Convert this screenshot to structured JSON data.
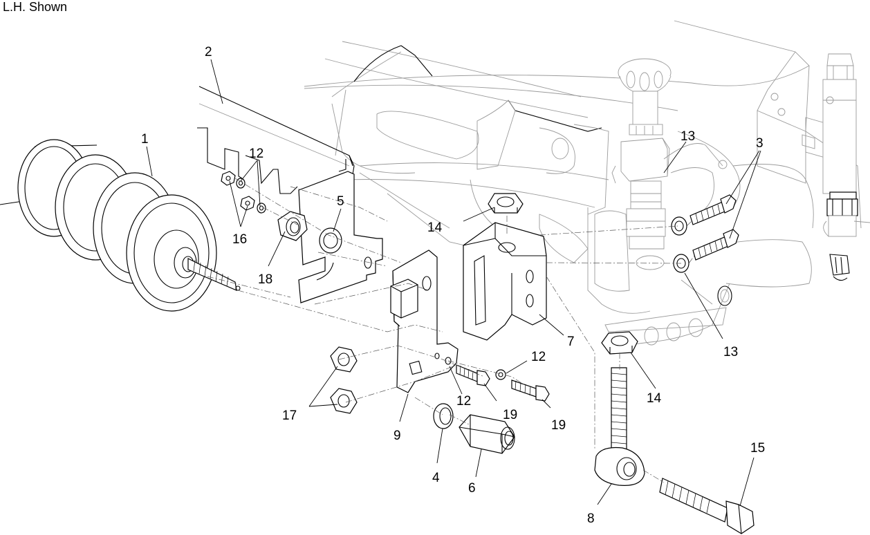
{
  "caption": "L.H. Shown",
  "callouts": {
    "c1": "1",
    "c2": "2",
    "c3": "3",
    "c4": "4",
    "c5": "5",
    "c6": "6",
    "c7": "7",
    "c8": "8",
    "c9": "9",
    "c12a": "12",
    "c12b": "12",
    "c12c": "12",
    "c13a": "13",
    "c13b": "13",
    "c14a": "14",
    "c14b": "14",
    "c15": "15",
    "c16": "16",
    "c17": "17",
    "c18": "18",
    "c19a": "19",
    "c19b": "19"
  }
}
